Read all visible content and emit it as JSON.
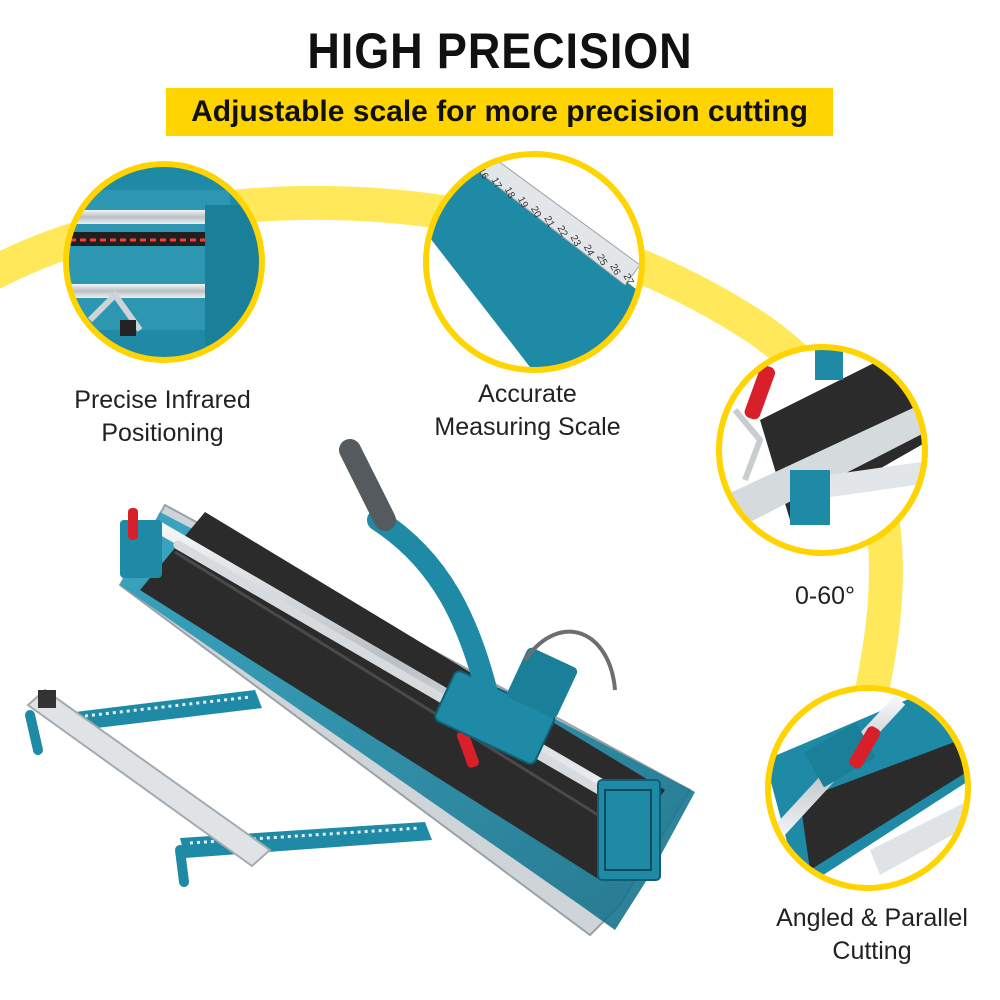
{
  "header": {
    "title": "HIGH PRECISION",
    "subtitle": "Adjustable scale for more precision cutting"
  },
  "colors": {
    "accent_yellow": "#ffd400",
    "tool_teal": "#1f8aa6",
    "handle_red": "#d8202a",
    "cutting_bed": "#2b2b2b",
    "aluminium": "#d9dcdf"
  },
  "features": [
    {
      "label_line1": "Precise Infrared",
      "label_line2": "Positioning"
    },
    {
      "label_line1": "Accurate",
      "label_line2": "Measuring Scale"
    },
    {
      "label": "0-60°"
    },
    {
      "label_line1": "Angled & Parallel",
      "label_line2": "Cutting"
    }
  ],
  "scale_marks": [
    "16",
    "17",
    "18",
    "19",
    "20",
    "21",
    "22",
    "23",
    "24",
    "25",
    "26",
    "27"
  ]
}
